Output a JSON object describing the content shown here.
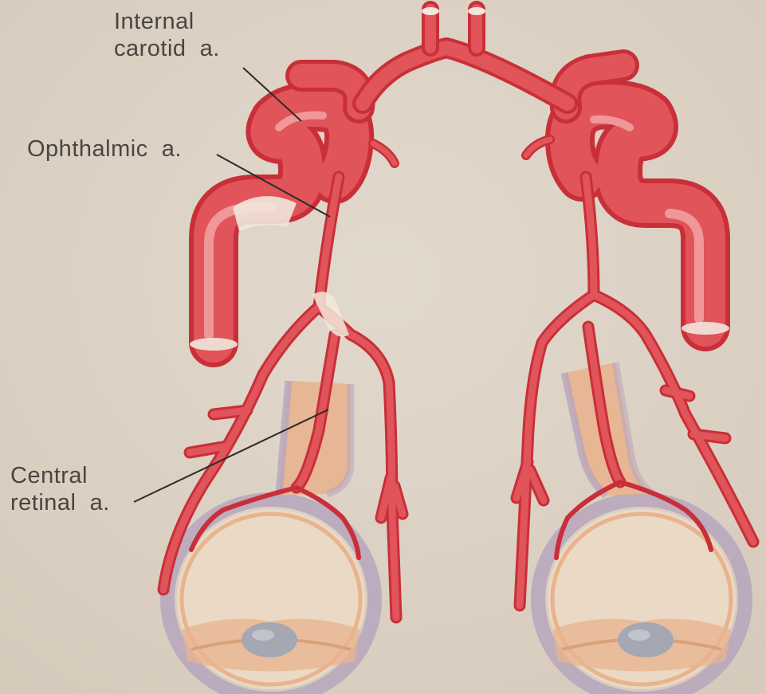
{
  "labels": {
    "internal_carotid": {
      "line1": "Internal",
      "line2": "carotid  a."
    },
    "ophthalmic": {
      "line1": "Ophthalmic  a."
    },
    "central_retinal": {
      "line1": "Central",
      "line2": "retinal  a."
    }
  },
  "colors": {
    "background": "#ddd3c6",
    "artery": "#e0545a",
    "artery_dark": "#c92f38",
    "artery_light": "#f6aeae",
    "plaque": "#f1e7dc",
    "optic_nerve": "#e8b38e",
    "sheath": "#b6a6bd",
    "lens": "#a5a7b2",
    "leader_line": "#2e2a28",
    "text": "#4a4541"
  }
}
